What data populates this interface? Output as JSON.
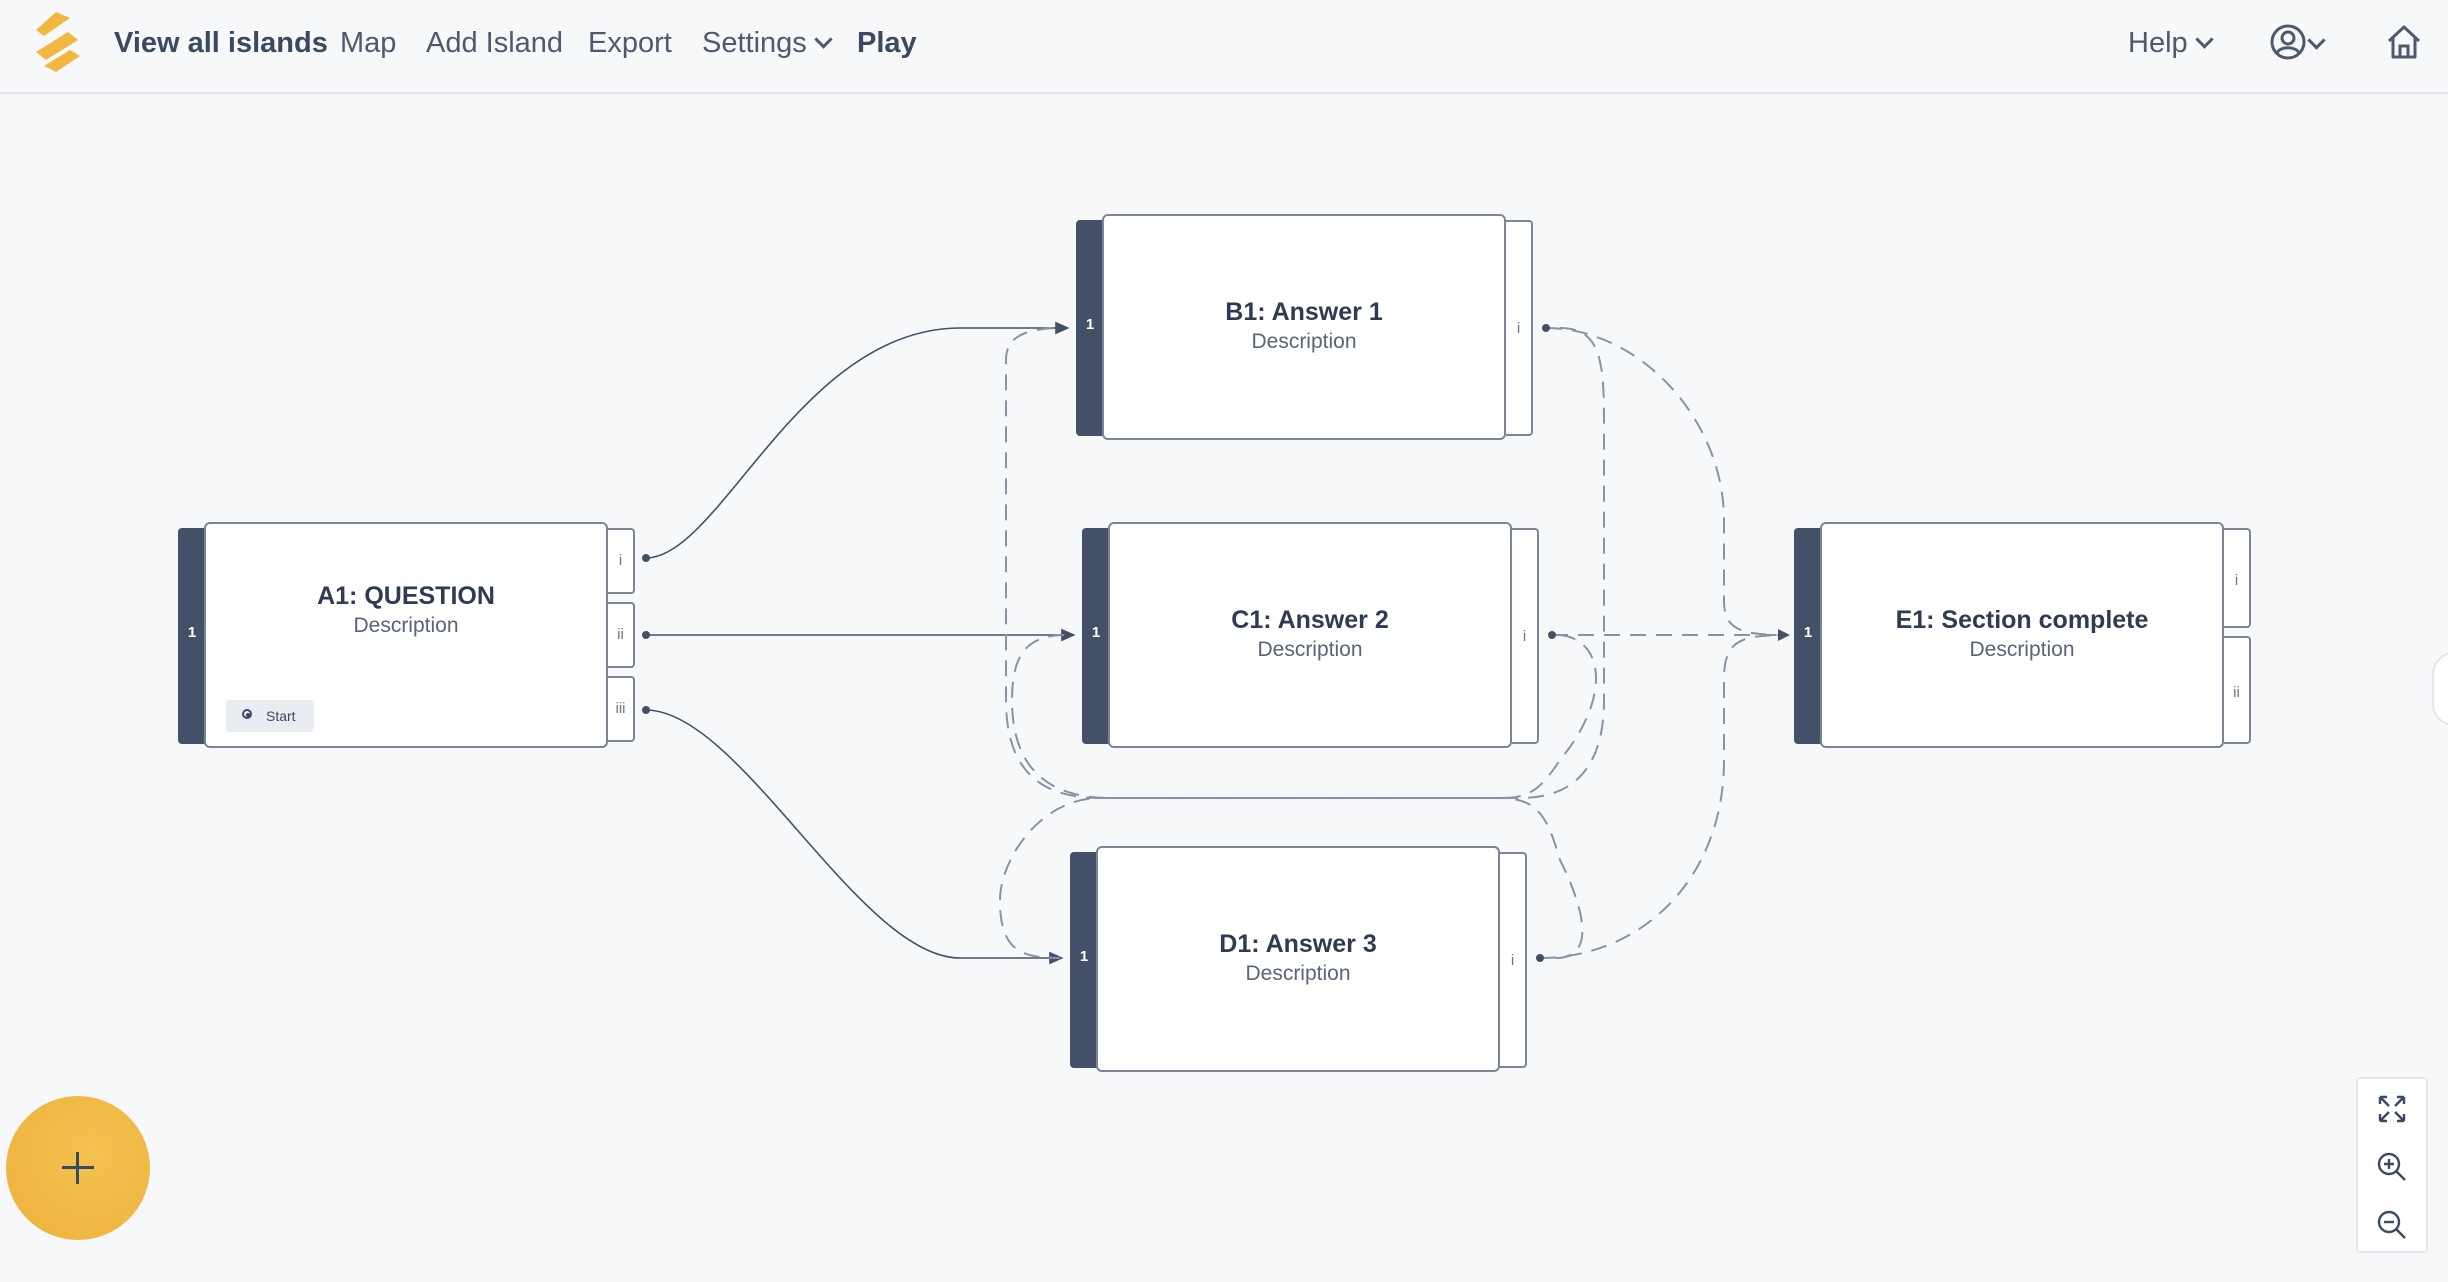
{
  "header": {
    "nav": {
      "view_all": "View all islands",
      "map": "Map",
      "add_island": "Add Island",
      "export": "Export",
      "settings": "Settings",
      "play": "Play",
      "help": "Help"
    },
    "icons": {
      "logo": "logo-icon",
      "user": "user-icon",
      "home": "home-icon"
    }
  },
  "nodes": {
    "a1": {
      "number": "1",
      "title": "A1: QUESTION",
      "description": "Description",
      "ports": [
        "i",
        "ii",
        "iii"
      ],
      "badge": "Start"
    },
    "b1": {
      "number": "1",
      "title": "B1: Answer 1",
      "description": "Description",
      "ports": [
        "i"
      ]
    },
    "c1": {
      "number": "1",
      "title": "C1: Answer 2",
      "description": "Description",
      "ports": [
        "i"
      ]
    },
    "d1": {
      "number": "1",
      "title": "D1: Answer 3",
      "description": "Description",
      "ports": [
        "i"
      ]
    },
    "e1": {
      "number": "1",
      "title": "E1: Section complete",
      "description": "Description",
      "ports": [
        "i",
        "ii"
      ]
    }
  },
  "controls": {
    "add_icon": "plus-icon",
    "fit_icon": "fit-view-icon",
    "zoom_in_icon": "zoom-in-icon",
    "zoom_out_icon": "zoom-out-icon"
  },
  "colors": {
    "accent": "#f0b840",
    "node_bar": "#445068",
    "background": "#f7f8fa"
  }
}
